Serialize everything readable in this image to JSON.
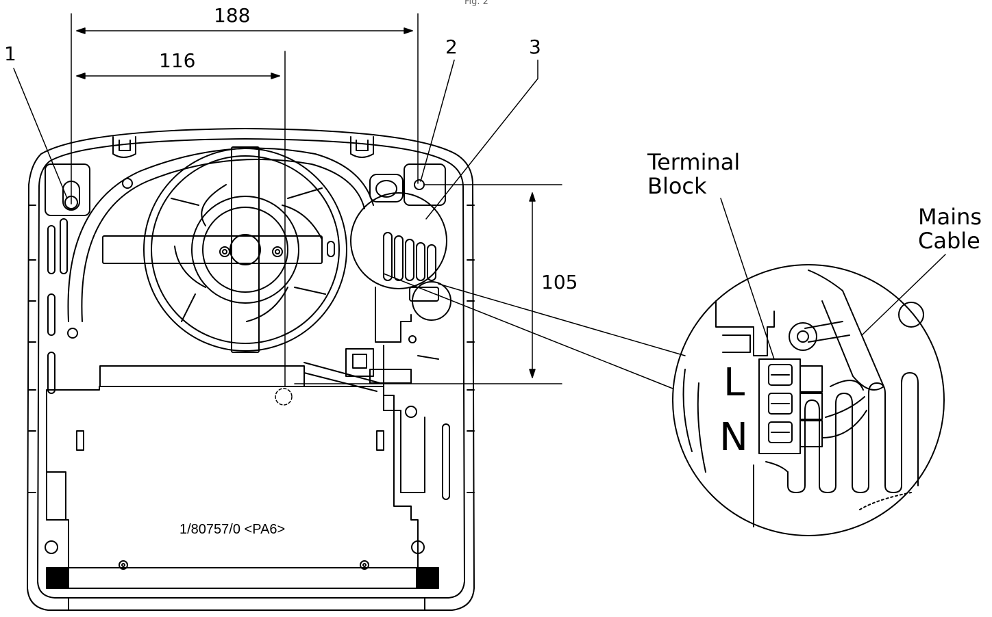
{
  "figure": {
    "label": "Fig. 2"
  },
  "dimensions": {
    "d188": "188",
    "d116": "116",
    "d105": "105"
  },
  "callouts": {
    "c1": "1",
    "c2": "2",
    "c3": "3"
  },
  "detail": {
    "terminal_block": [
      "Terminal",
      "Block"
    ],
    "mains_cable": [
      "Mains",
      "Cable"
    ],
    "live": "L",
    "neutral": "N"
  },
  "part_marking": "1/80757/0 <PA6>"
}
